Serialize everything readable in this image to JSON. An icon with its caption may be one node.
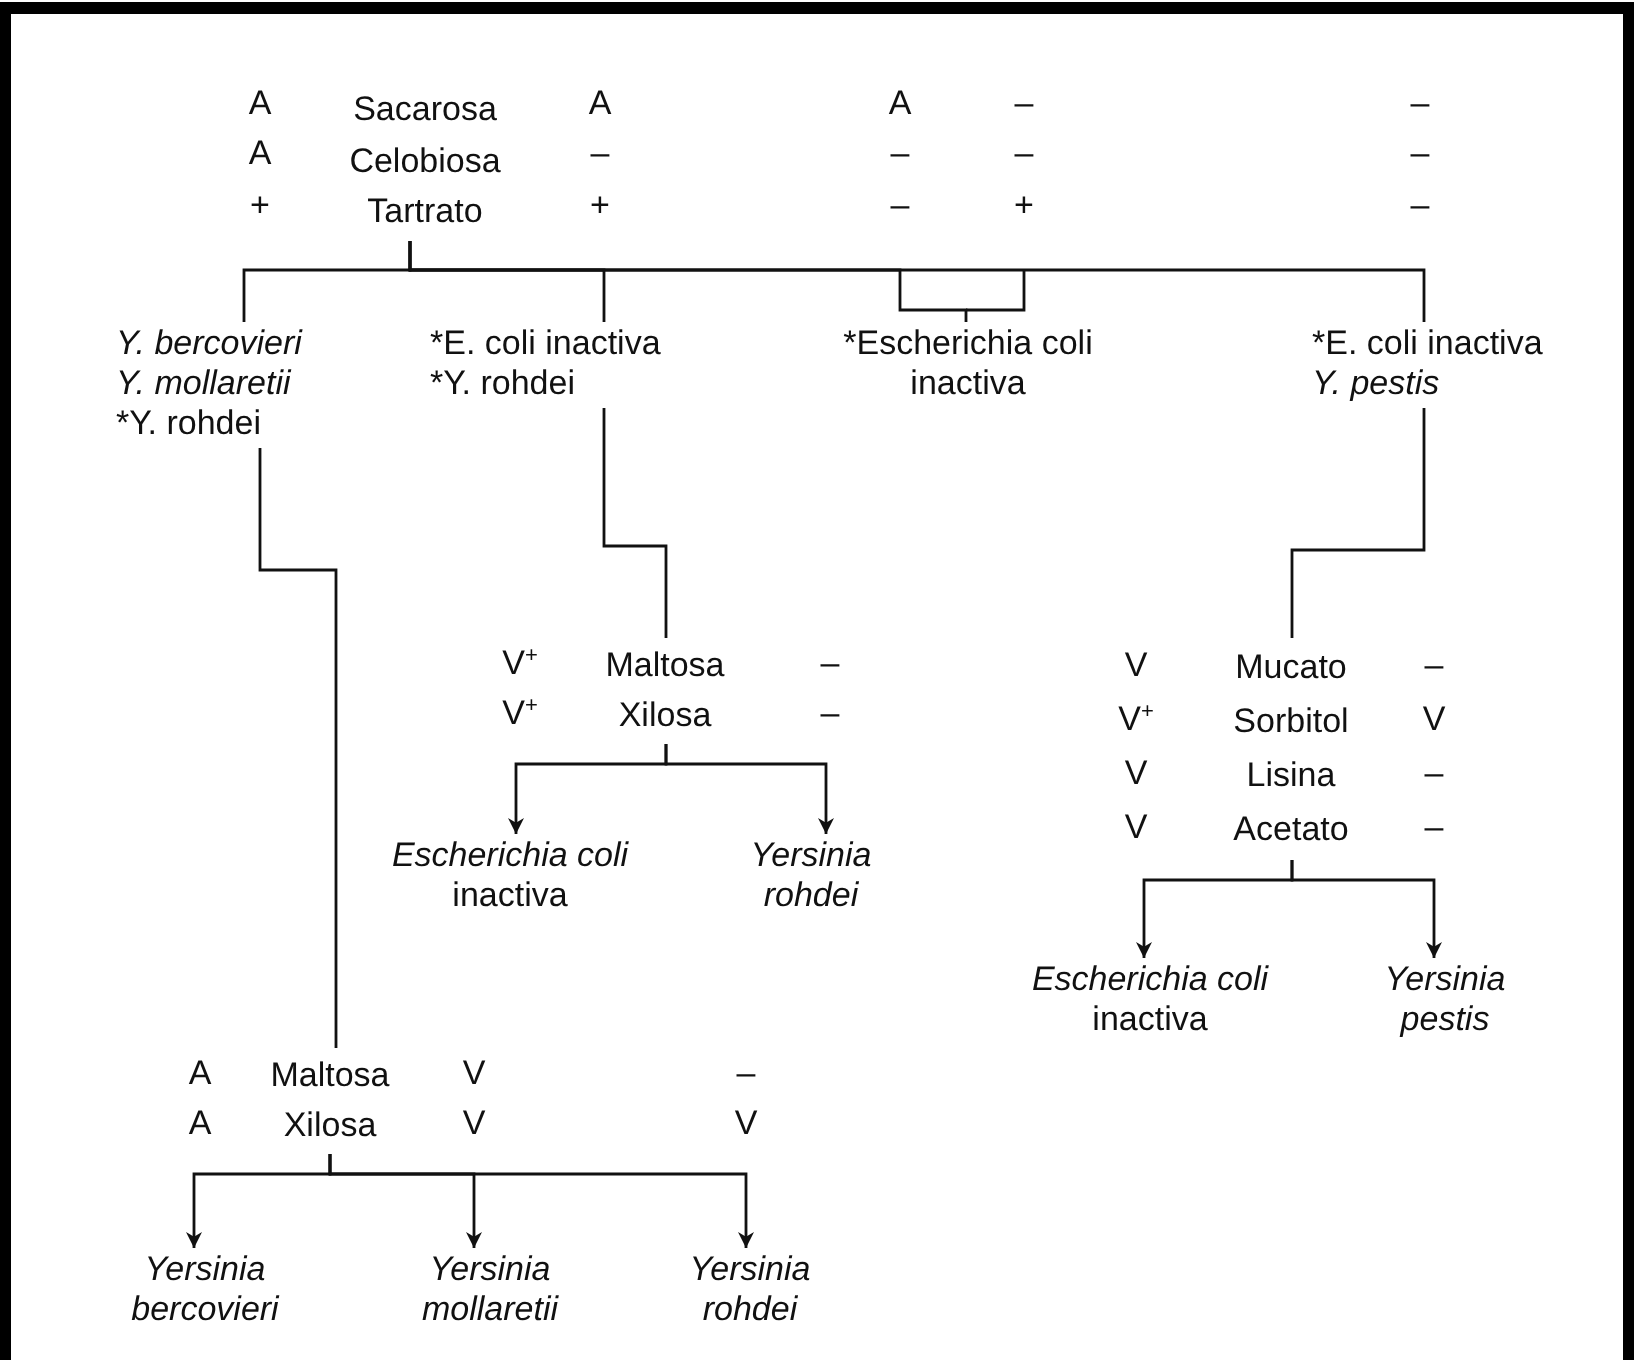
{
  "diagram": {
    "nodes": [
      {
        "text": [
          "Sacarosa",
          "Celobiosa",
          "Tartrato"
        ]
      },
      {
        "text": [
          "*Y. bercovieri*",
          "*Y. mollaretii*",
          "*Y. rohdei"
        ]
      },
      {
        "text": [
          "*E. coli inactiva",
          "*Y. rohdei"
        ]
      },
      {
        "text": [
          "*Escherichia coli inactiva"
        ]
      },
      {
        "text": [
          "*E. coli inactiva",
          "*Y. pestis*"
        ]
      },
      {
        "text": [
          "Maltosa",
          "Xilosa"
        ]
      },
      {
        "text": [
          "*Escherichia coli* inactiva"
        ]
      },
      {
        "text": [
          "*Yersinia rohdei*"
        ]
      },
      {
        "text": [
          "Mucato",
          "Sorbitol",
          "Lisina",
          "Acetato"
        ]
      },
      {
        "text": [
          "*Escherichia coli* inactiva"
        ]
      },
      {
        "text": [
          "*Yersinia pestis*"
        ]
      },
      {
        "text": [
          "Maltosa",
          "Xilosa"
        ]
      },
      {
        "text": [
          "*Yersinia bercovieri*"
        ]
      },
      {
        "text": [
          "*Yersinia mollaretii*"
        ]
      },
      {
        "text": [
          "*Yersinia rohdei*"
        ]
      }
    ],
    "edges": [
      {
        "from": 0,
        "to": 1,
        "arrow": "none"
      },
      {
        "from": 0,
        "to": 2,
        "arrow": "none"
      },
      {
        "from": 0,
        "to": 3,
        "arrow": "none"
      },
      {
        "from": 0,
        "to": 4,
        "arrow": "none"
      },
      {
        "from": 2,
        "to": 5,
        "arrow": "none"
      },
      {
        "from": 5,
        "to": 6,
        "arrow": "to"
      },
      {
        "from": 5,
        "to": 7,
        "arrow": "to"
      },
      {
        "from": 4,
        "to": 8,
        "arrow": "none"
      },
      {
        "from": 8,
        "to": 9,
        "arrow": "to"
      },
      {
        "from": 8,
        "to": 10,
        "arrow": "to"
      },
      {
        "from": 1,
        "to": 11,
        "arrow": "none"
      },
      {
        "from": 11,
        "to": 12,
        "arrow": "to"
      },
      {
        "from": 11,
        "to": 13,
        "arrow": "to"
      },
      {
        "from": 11,
        "to": 14,
        "arrow": "to"
      }
    ],
    "labels": [
      "A",
      "A",
      "A",
      "–",
      "–",
      "A",
      "–",
      "–",
      "–",
      "–",
      "+",
      "+",
      "–",
      "+",
      "–",
      "V$^{+}$",
      "–",
      "V$^{+}$",
      "–",
      "V",
      "–",
      "V$^{+}$",
      "V",
      "V",
      "–",
      "V",
      "–",
      "A",
      "V",
      "–",
      "A",
      "V",
      "V"
    ]
  }
}
